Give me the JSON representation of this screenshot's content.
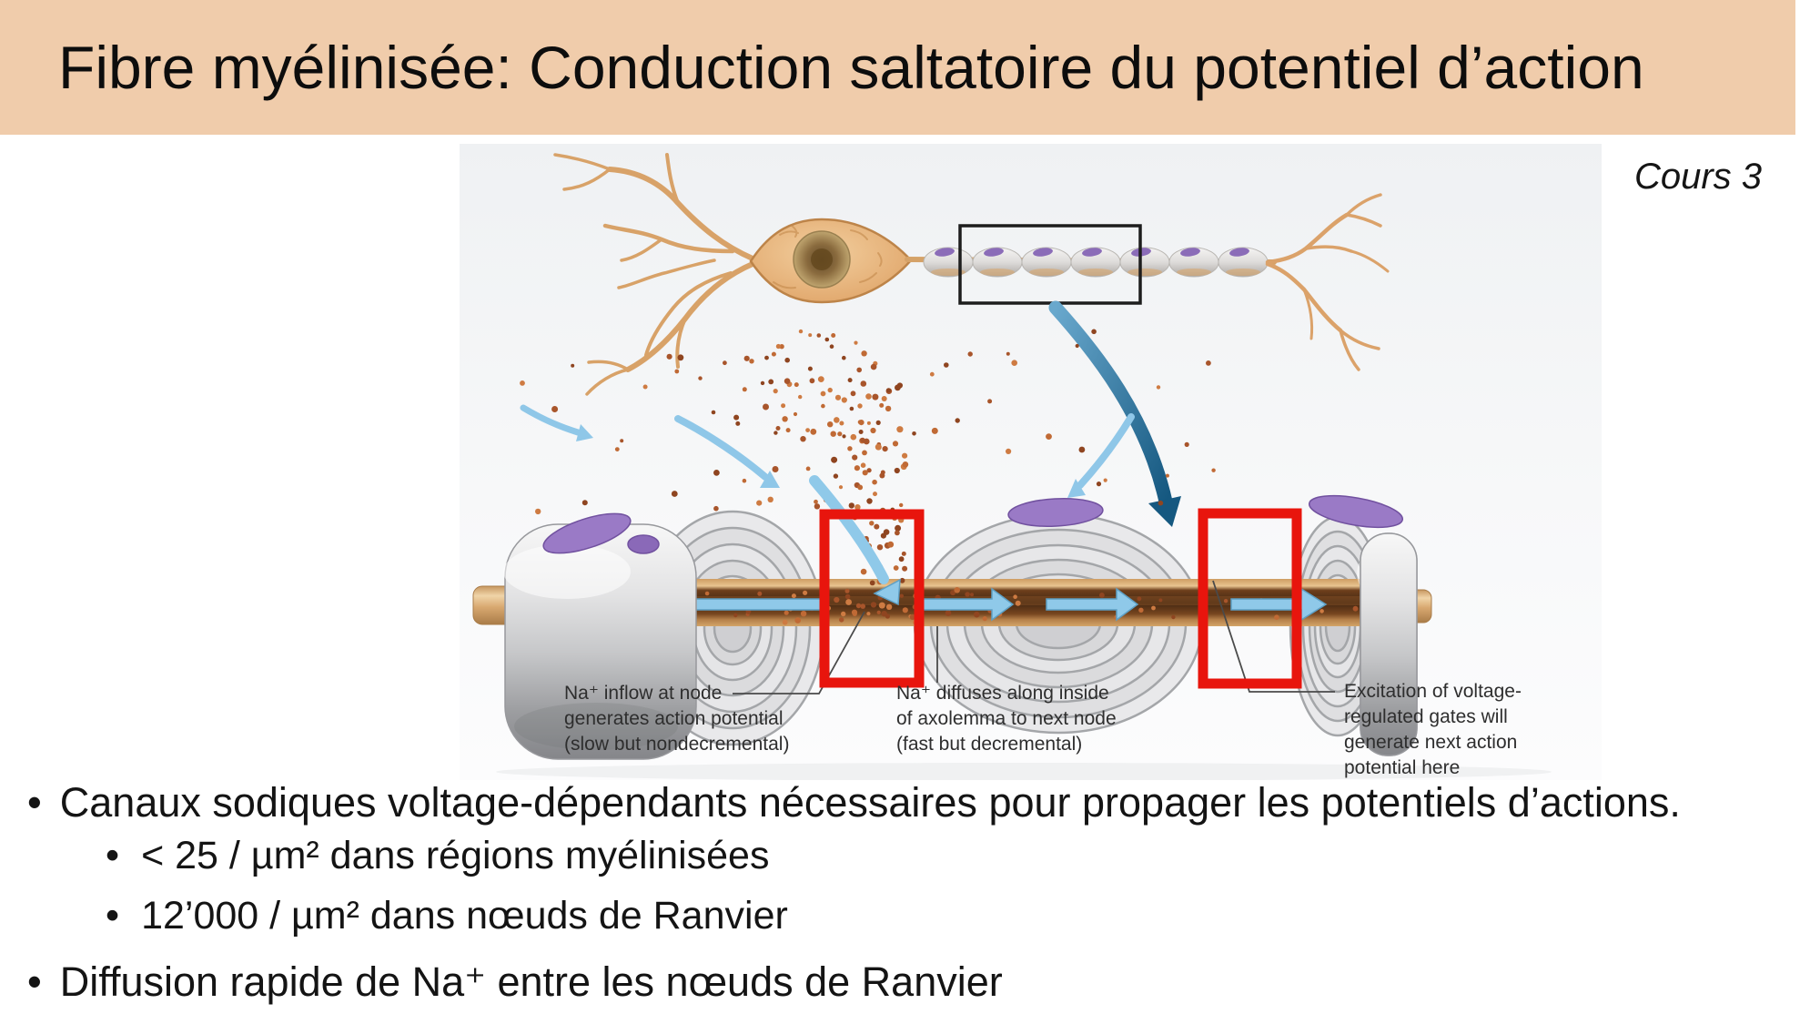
{
  "slide": {
    "title": "Fibre myélinisée: Conduction saltatoire du potentiel d’action",
    "course_label": "Cours 3"
  },
  "figure": {
    "description": "Neuron with myelinated axon; magnified view of saltatory conduction at nodes of Ranvier",
    "captions": [
      {
        "lines": [
          "Na⁺ inflow at node",
          "generates action potential",
          "(slow but nondecremental)"
        ]
      },
      {
        "lines": [
          "Na⁺ diffuses along inside",
          "of axolemma to next node",
          "(fast but decremental)"
        ]
      },
      {
        "lines": [
          "Excitation of voltage-",
          "regulated gates will",
          "generate next action",
          "potential here",
          ""
        ]
      }
    ]
  },
  "bullets": [
    {
      "level": 1,
      "text": "Canaux sodiques voltage-dépendants nécessaires pour propager les potentiels d’actions."
    },
    {
      "level": 2,
      "text": "< 25 / µm² dans régions myélinisées"
    },
    {
      "level": 2,
      "text": "12’000 / µm²  dans nœuds de Ranvier"
    },
    {
      "level": 1,
      "text": "Diffusion rapide de Na⁺ entre les nœuds de Ranvier"
    }
  ],
  "colors": {
    "title_bar_bg": "#F0CCAB",
    "highlight_red": "#E8150D",
    "ion_orange": "#B4602F",
    "arrow_blue_light": "#8FC9E9",
    "arrow_blue_dark": "#1C5E8C",
    "myelin_purple": "#9A7AC6",
    "neuron_tan": "#E3AC72"
  }
}
